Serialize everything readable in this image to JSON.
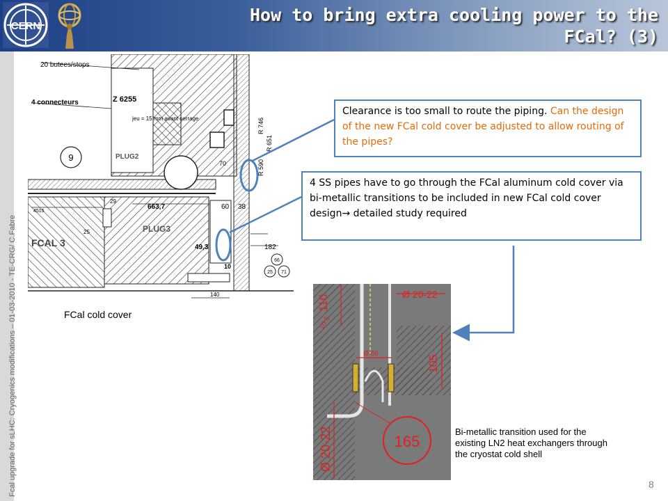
{
  "header": {
    "title_line1": "How to bring extra cooling power to the",
    "title_line2": "FCal? (3)",
    "logo_text": "CERN"
  },
  "sidebar": {
    "footer_text": "Fcal upgrade for sLHC: Cryogenics modifications – 01-03-2010  - TE-CRG/ C.Fabre"
  },
  "callouts": {
    "clearance_black": "Clearance is too small to route the piping. ",
    "clearance_orange": "Can the design of the new FCal cold cover be adjusted to allow routing of the pipes?",
    "pipes_text_a": "4 SS pipes have to go through the FCal aluminum cold cover via bi-metallic transitions to be included in new FCal cold cover design",
    "pipes_arrow": "→",
    "pipes_text_b": " detailed study required"
  },
  "captions": {
    "fcal_cold_cover": "FCal cold cover",
    "bimetallic": "Bi-metallic transition used for the existing LN2 heat exchangers through the cryostat cold shell"
  },
  "drawing_main": {
    "label_butees": "20 butees/stops",
    "label_connecteurs": "4 connecteurs",
    "label_z": "Z 6255",
    "label_jeu": "jeu = 15 mm avant serrage",
    "label_9": "9",
    "label_plug2": "PLUG2",
    "label_plug3": "PLUG3",
    "label_fcal3": "FCAL 3",
    "dim_663": "663,7",
    "dim_4515": "4515",
    "dim_25": "25",
    "dim_29": "29",
    "dim_49": "49,3",
    "dim_60": "60",
    "dim_38": "38",
    "dim_70": "70",
    "dim_10": "10",
    "dim_182": "182",
    "dim_140": "140",
    "dim_r746": "R 746",
    "dim_r651": "R 651",
    "dim_r590": "R 590",
    "bubble_66": "66",
    "bubble_25": "25",
    "bubble_71": "71"
  },
  "drawing_detail": {
    "dim_phi_top": "Ø 20-22",
    "dim_110": "110",
    "dim_105": "105",
    "dim_phi66": "Ø 66",
    "dim_phi_bottom": "Ø 20-22",
    "circle_165": "165",
    "dim_105small": "10.5"
  },
  "page_number": "8"
}
